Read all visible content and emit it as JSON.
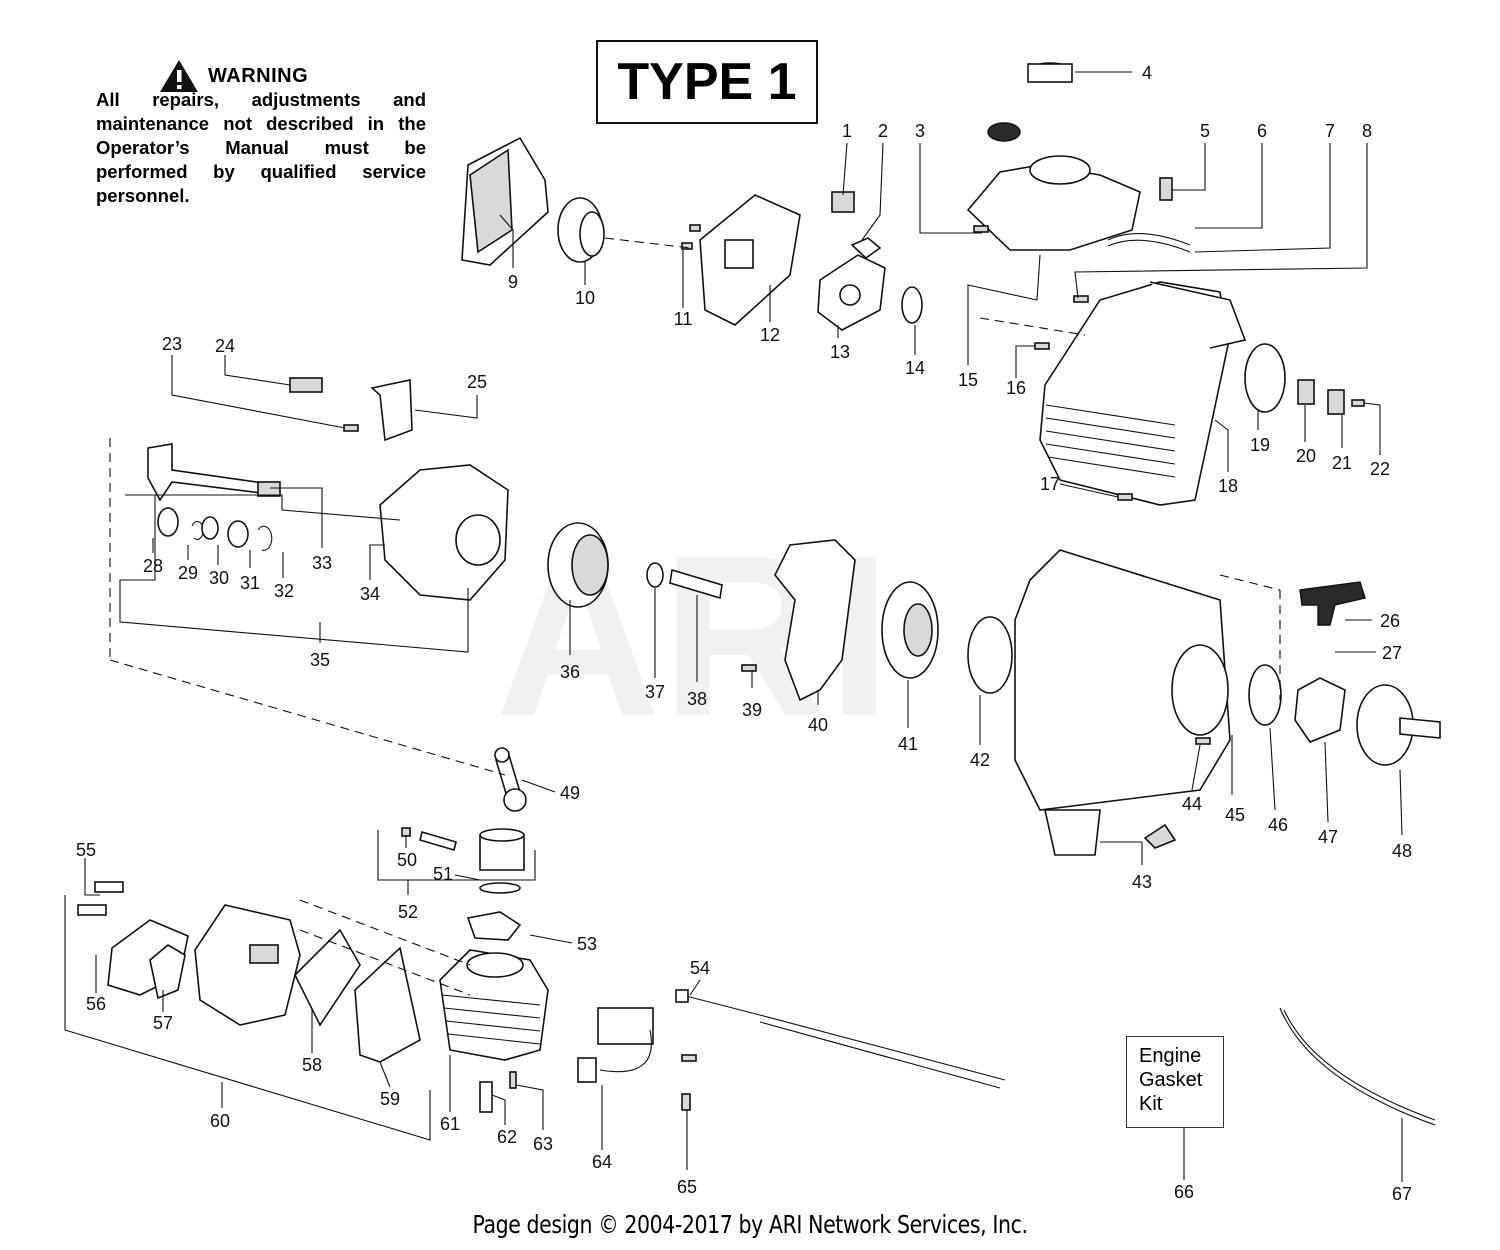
{
  "warning": {
    "title": "WARNING",
    "text": "All repairs, adjustments and maintenance not described in the Operator’s Manual must be performed by qualified service personnel.",
    "icon": "warning-triangle-icon"
  },
  "diagram_title": "TYPE 1",
  "watermark": "ARI",
  "kit_label": "Engine\nGasket\nKit",
  "footer": "Page design © 2004-2017 by ARI Network Services, Inc.",
  "callouts": [
    "1",
    "2",
    "3",
    "4",
    "5",
    "6",
    "7",
    "8",
    "9",
    "10",
    "11",
    "12",
    "13",
    "14",
    "15",
    "16",
    "17",
    "18",
    "19",
    "20",
    "21",
    "22",
    "23",
    "24",
    "25",
    "26",
    "27",
    "28",
    "29",
    "30",
    "31",
    "32",
    "33",
    "34",
    "35",
    "36",
    "37",
    "38",
    "39",
    "40",
    "41",
    "42",
    "43",
    "44",
    "45",
    "46",
    "47",
    "48",
    "49",
    "50",
    "51",
    "52",
    "53",
    "54",
    "55",
    "56",
    "57",
    "58",
    "59",
    "60",
    "61",
    "62",
    "63",
    "64",
    "65",
    "66",
    "67"
  ]
}
